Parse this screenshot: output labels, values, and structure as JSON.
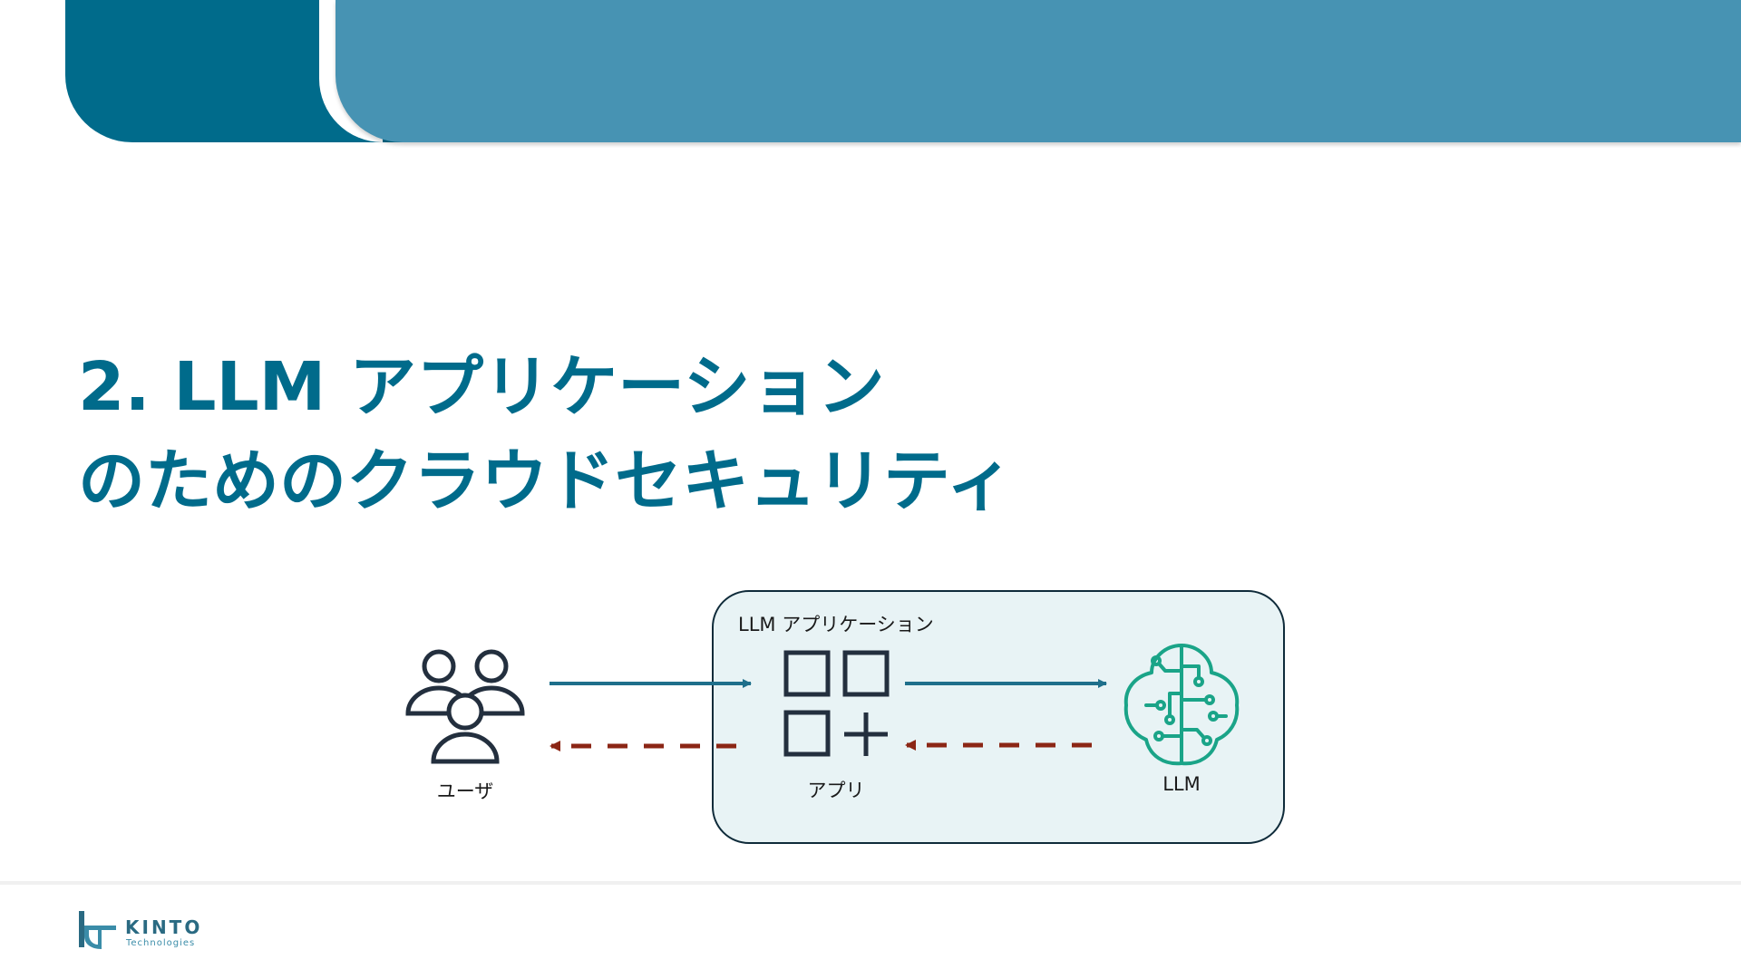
{
  "slide": {
    "title_line1": "2. LLM アプリケーション",
    "title_line2": "のためのクラウドセキュリティ"
  },
  "diagram": {
    "group_label": "LLM アプリケーション",
    "user_label": "ユーザ",
    "app_label": "アプリ",
    "llm_label": "LLM"
  },
  "footer": {
    "logo_name": "KINTO",
    "logo_sub": "Technologies"
  },
  "colors": {
    "primary": "#006b8b",
    "banner_light": "#4793b3",
    "request_arrow": "#1e6f8b",
    "response_arrow": "#8b2615",
    "llm_icon": "#1aa488",
    "group_fill": "#e8f3f5"
  }
}
